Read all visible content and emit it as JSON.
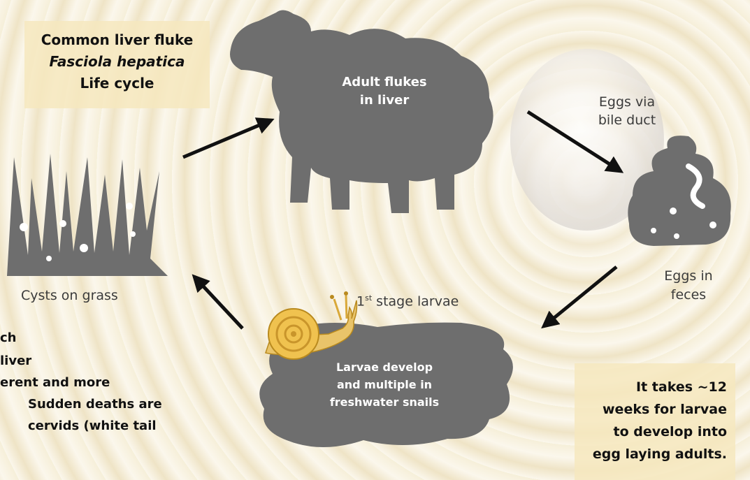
{
  "title": {
    "line1": "Common liver fluke",
    "line2": "Fasciola hepatica",
    "line3": "Life cycle"
  },
  "stages": {
    "adult": {
      "line1": "Adult flukes",
      "line2": "in liver"
    },
    "bile": {
      "line1": "Eggs via",
      "line2": "bile duct"
    },
    "feces": {
      "line1": "Eggs in",
      "line2": "feces"
    },
    "larvae": {
      "prefix": "1",
      "sup": "st",
      "rest": " stage larvae"
    },
    "snail": {
      "line1": "Larvae develop",
      "line2": "and multiple in",
      "line3": "freshwater snails"
    },
    "cysts": "Cysts on grass"
  },
  "note": {
    "line1": "It takes ~12",
    "line2": "weeks for larvae",
    "line3": "to develop into",
    "line4": "egg laying adults."
  },
  "left_partial": {
    "line1": "ch",
    "line2": "liver",
    "line3": "erent and more",
    "line4": "Sudden deaths are",
    "line5": "cervids (white tail"
  },
  "icons": [
    "sheep-icon",
    "feces-icon",
    "snail-icon",
    "puddle-icon",
    "grass-icon"
  ],
  "colors": {
    "silhouette": "#6e6e6e",
    "arrow": "#111111",
    "box": "#f6e7be",
    "snail": "#e8b64a"
  }
}
